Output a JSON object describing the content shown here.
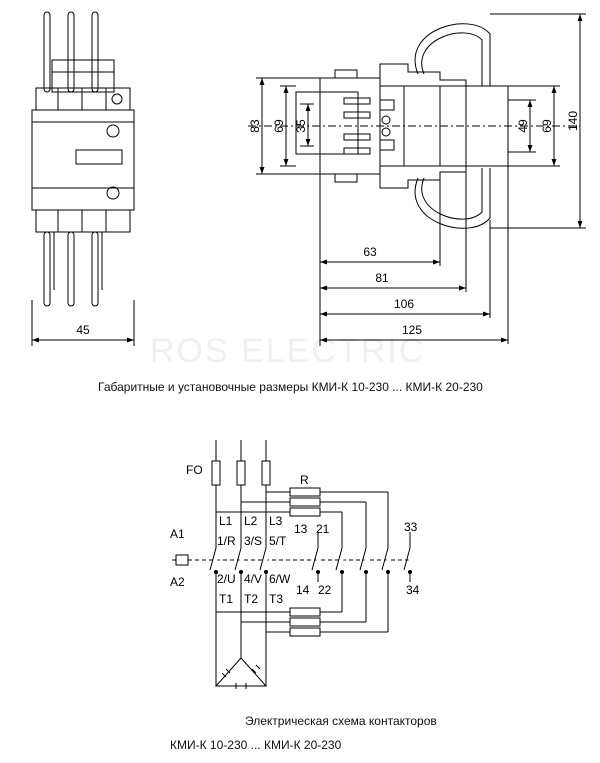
{
  "watermark": "ROS ELECTRIC",
  "drawing": {
    "front_view": {
      "width_label": "45"
    },
    "side_view": {
      "left_dims": [
        "83",
        "69",
        "35"
      ],
      "right_dims": [
        "49",
        "69",
        "140"
      ],
      "bottom_dims": [
        "63",
        "81",
        "106",
        "125"
      ]
    },
    "caption": "Габаритные и установочные размеры КМИ-К 10-230 ... КМИ-К 20-230"
  },
  "schematic": {
    "fuse_label": "FO",
    "coil_labels": [
      "A1",
      "A2"
    ],
    "resistor_label": "R",
    "line_labels": [
      "L1",
      "L2",
      "L3"
    ],
    "input_terminals": [
      "1/R",
      "3/S",
      "5/T"
    ],
    "output_terminals": [
      "2/U",
      "4/V",
      "6/W"
    ],
    "load_labels": [
      "T1",
      "T2",
      "T3"
    ],
    "aux_nc_labels": [
      "13",
      "14"
    ],
    "aux_no_labels": [
      "21",
      "22"
    ],
    "aux_extra_labels": [
      "33",
      "34"
    ],
    "caption_line1": "Электрическая схема контакторов",
    "caption_line2": "КМИ-К 10-230 ... КМИ-К 20-230"
  }
}
